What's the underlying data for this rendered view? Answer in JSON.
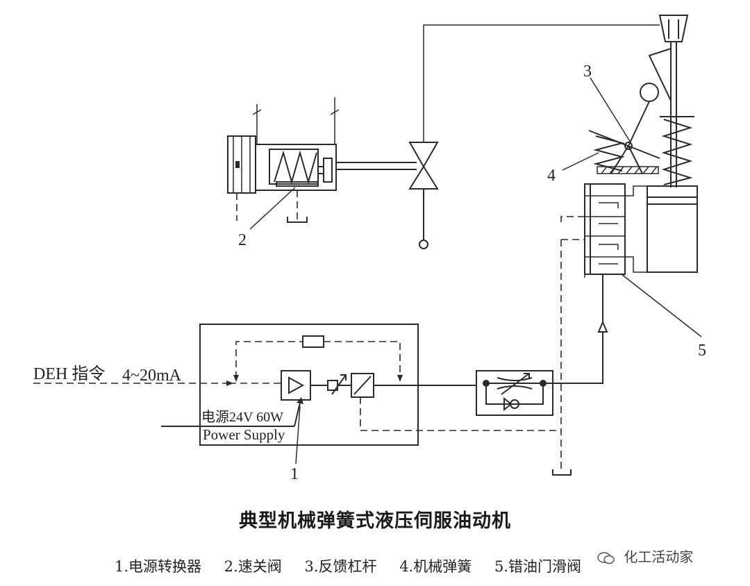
{
  "diagram": {
    "title": "典型机械弹簧式液压伺服油动机",
    "callouts": [
      "1",
      "2",
      "3",
      "4",
      "5"
    ],
    "input_label": "DEH 指令",
    "current_label": "4~20mA",
    "power_label": "电源24V 60W",
    "power_label_en": "Power Supply"
  },
  "legend": [
    "1.电源转换器",
    "2.速关阀",
    "3.反馈杠杆",
    "4.机械弹簧",
    "5.错油门滑阀"
  ],
  "watermark": "化工活动家",
  "watermark_icon": "wechat-icon"
}
